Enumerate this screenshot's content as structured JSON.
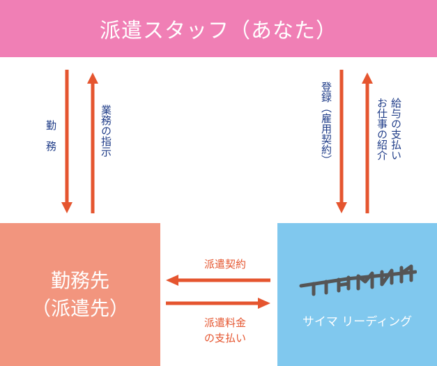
{
  "top_box": {
    "label": "派遣スタッフ（あなた）"
  },
  "left_box": {
    "line1": "勤務先",
    "line2": "（派遣先）"
  },
  "right_box": {
    "name": "サイマ リーディング"
  },
  "arrows": {
    "down_left_label": "勤　務",
    "up_left_label": "業務の指示",
    "down_right_label": "登録（雇用契約）",
    "up_right_label_1": "給与の支払い",
    "up_right_label_2": "お仕事の紹介",
    "left_arrow_label": "派遣契約",
    "right_arrow_label_1": "派遣料金",
    "right_arrow_label_2": "の支払い"
  },
  "colors": {
    "staff": "#f07fb5",
    "workplace": "#f2957e",
    "company": "#80c8ee",
    "arrow": "#e5552f",
    "vertical_text": "#1f3c88"
  }
}
